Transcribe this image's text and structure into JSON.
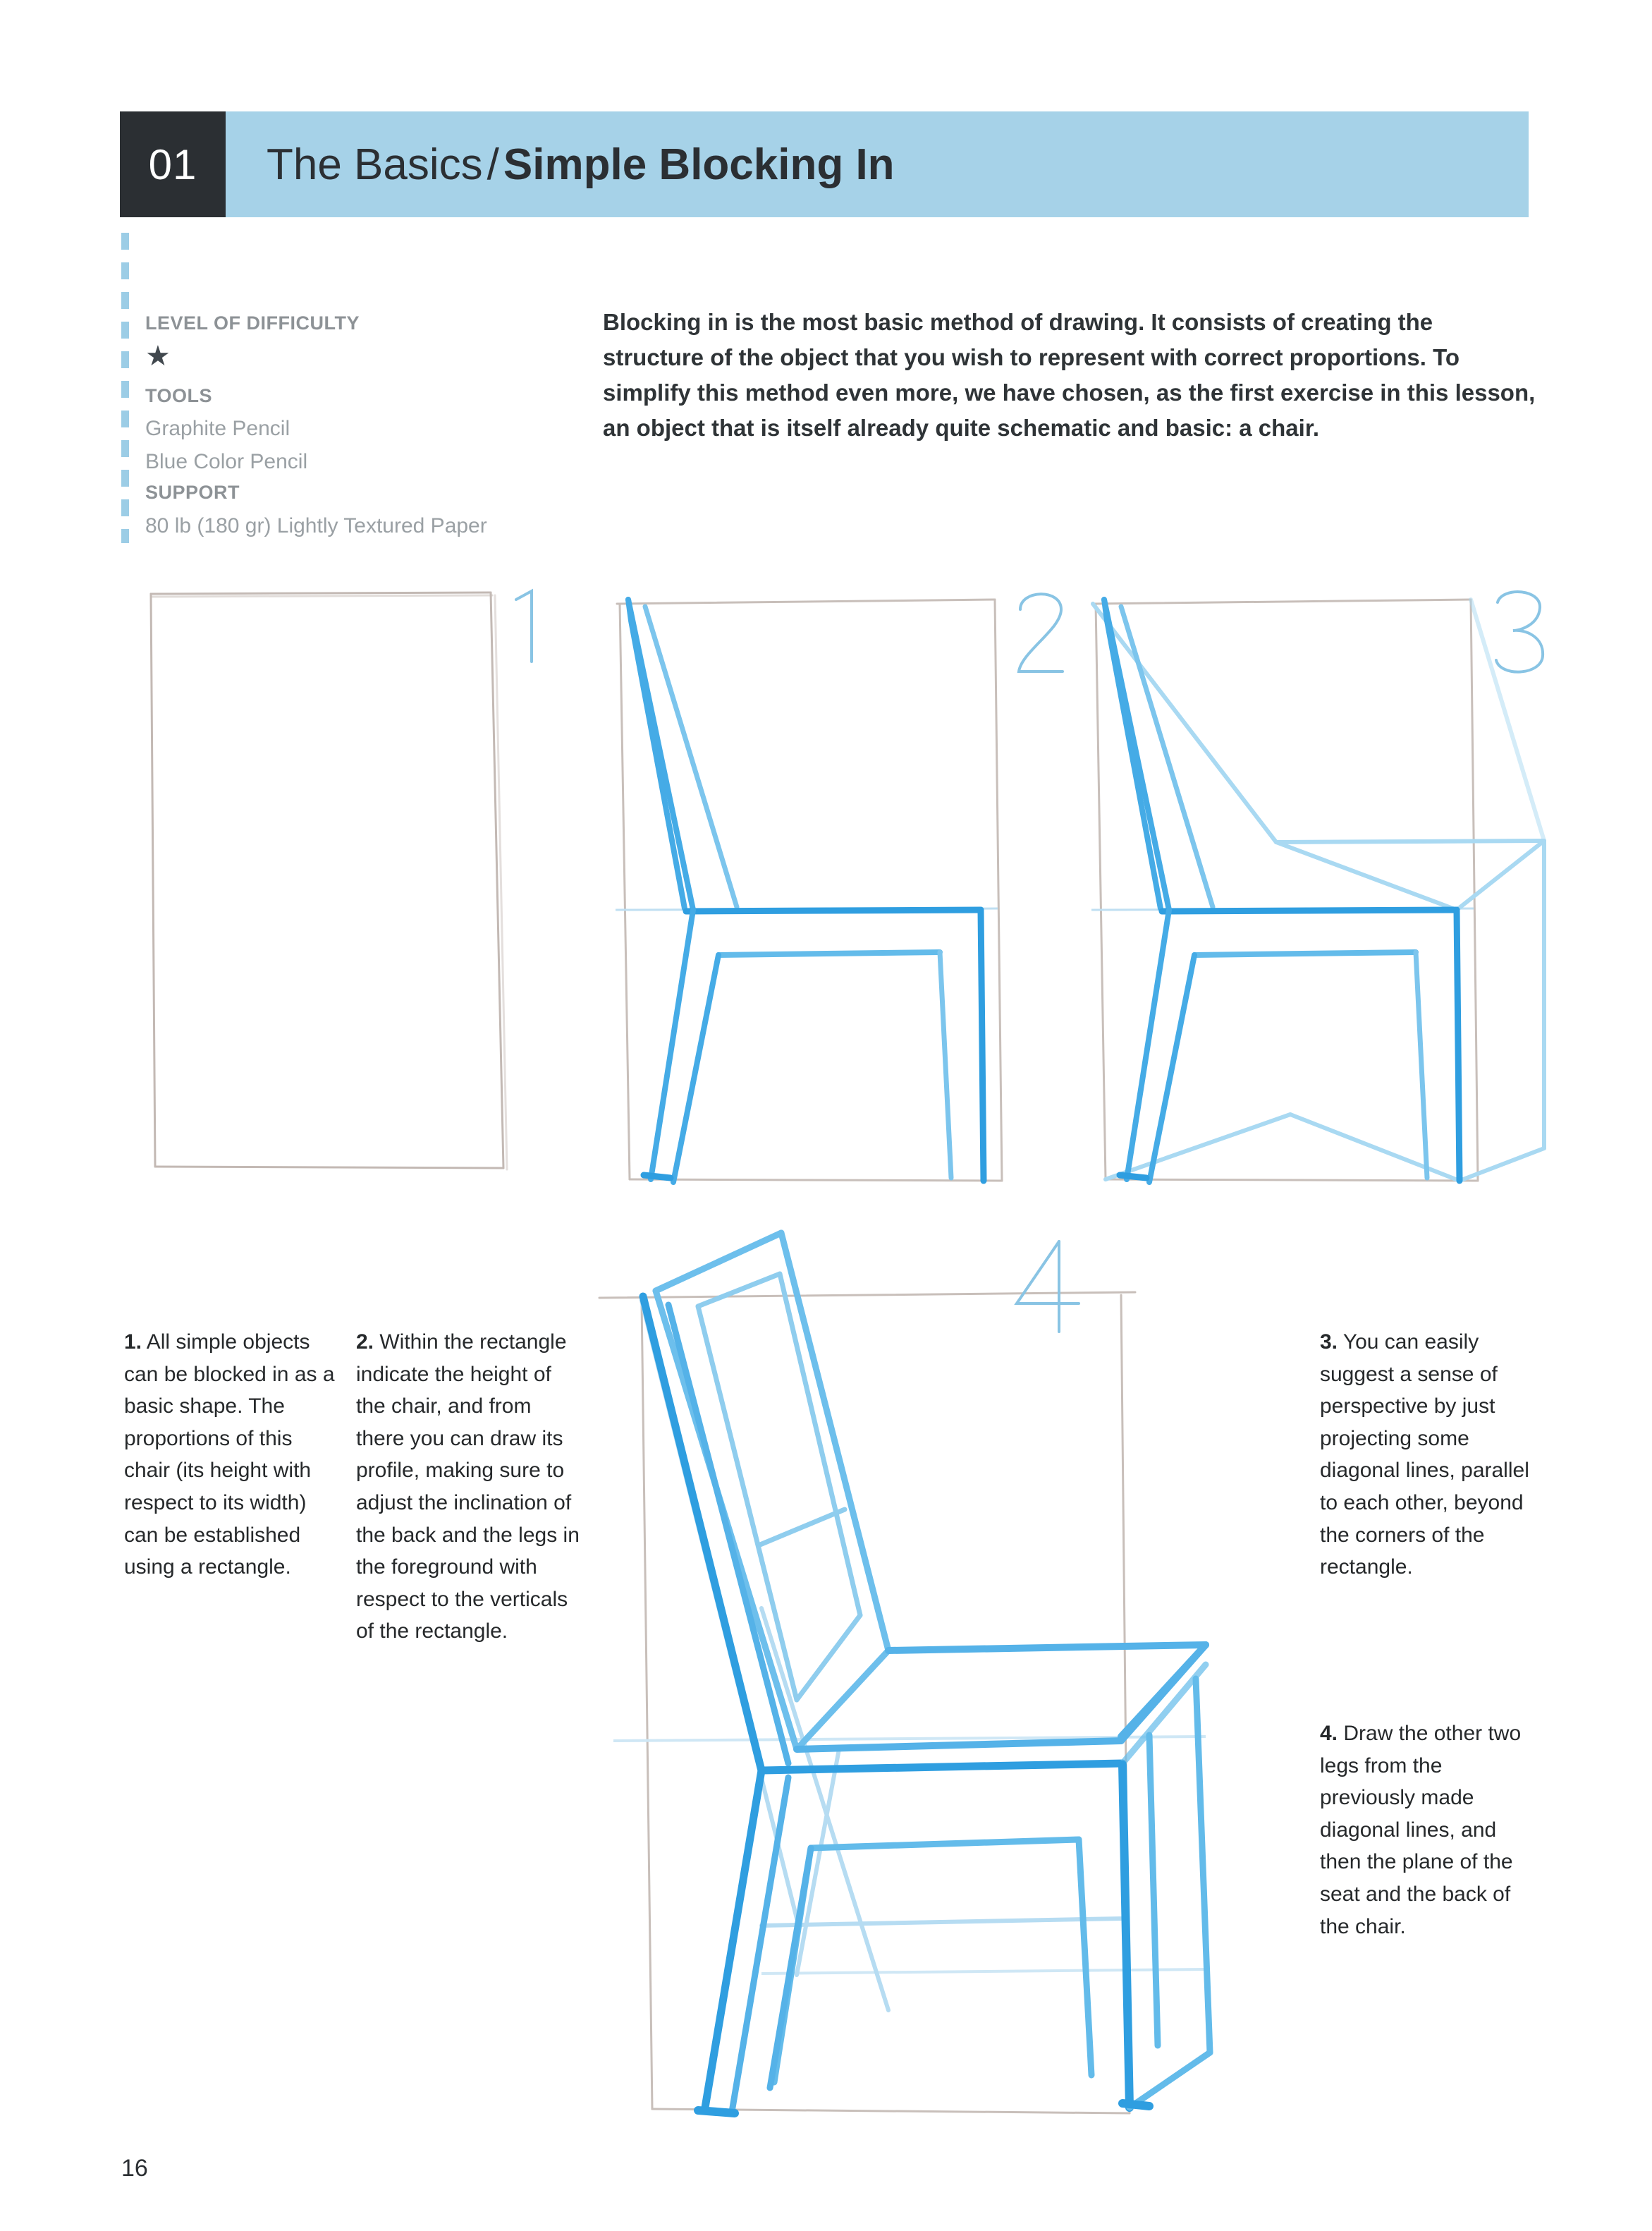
{
  "header": {
    "chapter_number": "01",
    "section_title": "The Basics",
    "separator": "/",
    "lesson_title": "Simple Blocking In",
    "bar_color": "#a6d2e8",
    "badge_color": "#2b2f33"
  },
  "meta": {
    "difficulty_label": "LEVEL OF DIFFICULTY",
    "difficulty_stars": "★",
    "tools_label": "TOOLS",
    "tools": [
      "Graphite Pencil",
      "Blue Color Pencil"
    ],
    "support_label": "SUPPORT",
    "support_value": "80 lb (180 gr) Lightly Textured Paper"
  },
  "intro": "Blocking in is the most basic method of drawing. It consists of creating the structure of the object that you wish to represent with correct proportions. To simplify this method even more, we have chosen, as the first exercise in this lesson, an object that is itself already quite schematic and basic: a chair.",
  "figures": [
    {
      "number": "1",
      "caption_number": "1.",
      "caption_text": " All simple objects can be blocked in as a basic shape. The proportions of this chair (its height with respect to its width) can be established using a rectangle."
    },
    {
      "number": "2",
      "caption_number": "2.",
      "caption_text": " Within the rectangle indicate the height of the chair, and from there you can draw its profile, making sure to adjust the inclination of the back and the legs in the foreground with respect to the verticals of the rectangle."
    },
    {
      "number": "3",
      "caption_number": "3.",
      "caption_text": " You can easily suggest a sense of perspective by just projecting some diagonal lines, parallel to each other, beyond the corners of the rectangle."
    },
    {
      "number": "4",
      "caption_number": "4.",
      "caption_text": " Draw the other two legs from the previously made diagonal lines, and then the plane of the seat and the back of the chair."
    }
  ],
  "colors": {
    "pencil_blue_dark": "#2f9ee0",
    "pencil_blue": "#55b2e8",
    "pencil_blue_light": "#9ed4f0",
    "graphite": "#bdb3ae",
    "numeral_blue": "#89c4e4"
  },
  "folio": "16"
}
